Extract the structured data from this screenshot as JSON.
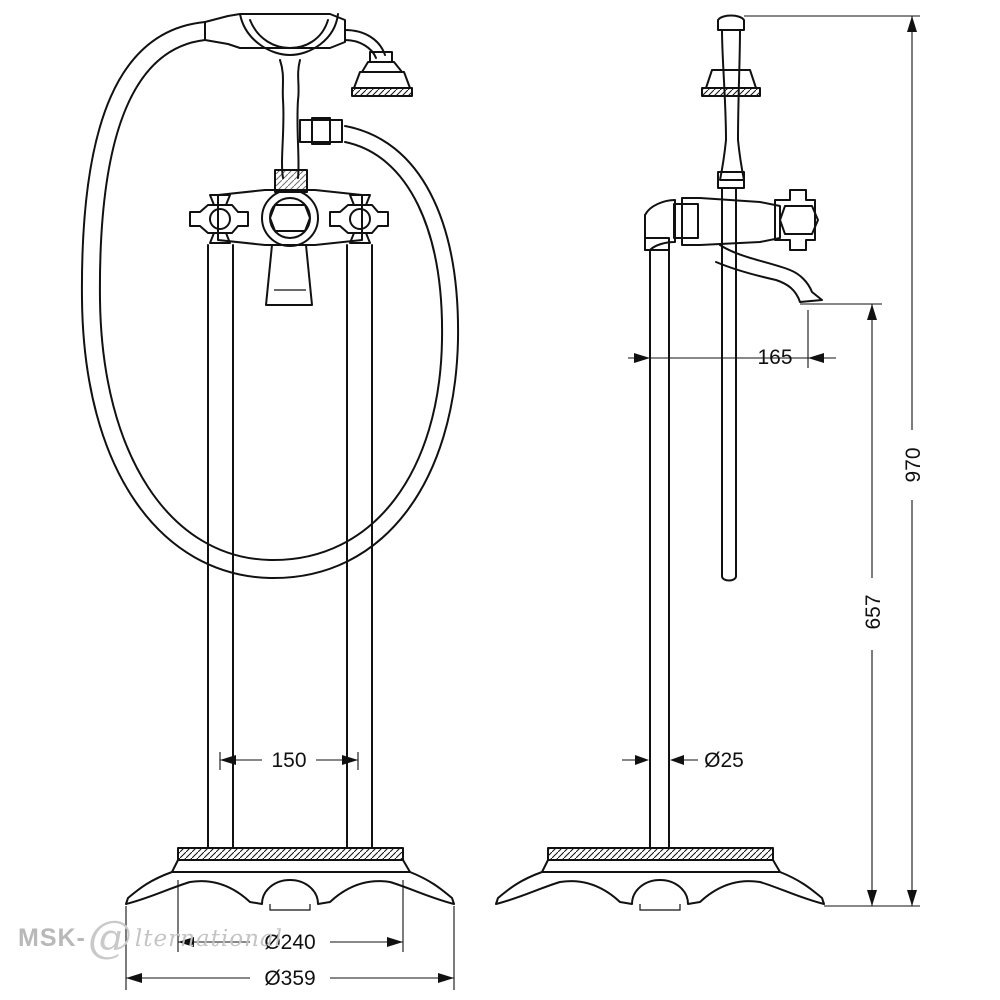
{
  "dimensions": {
    "spout_projection": "165",
    "total_height": "970",
    "spout_height": "657",
    "pipe_spacing": "150",
    "pipe_diameter": "Ø25",
    "base_inner_diameter": "Ø240",
    "base_outer_diameter": "Ø359"
  },
  "watermark": {
    "brand": "MSK-",
    "symbol": "@",
    "suffix": "lternational"
  },
  "colors": {
    "line": "#111111",
    "watermark": "#b9b9b9"
  }
}
